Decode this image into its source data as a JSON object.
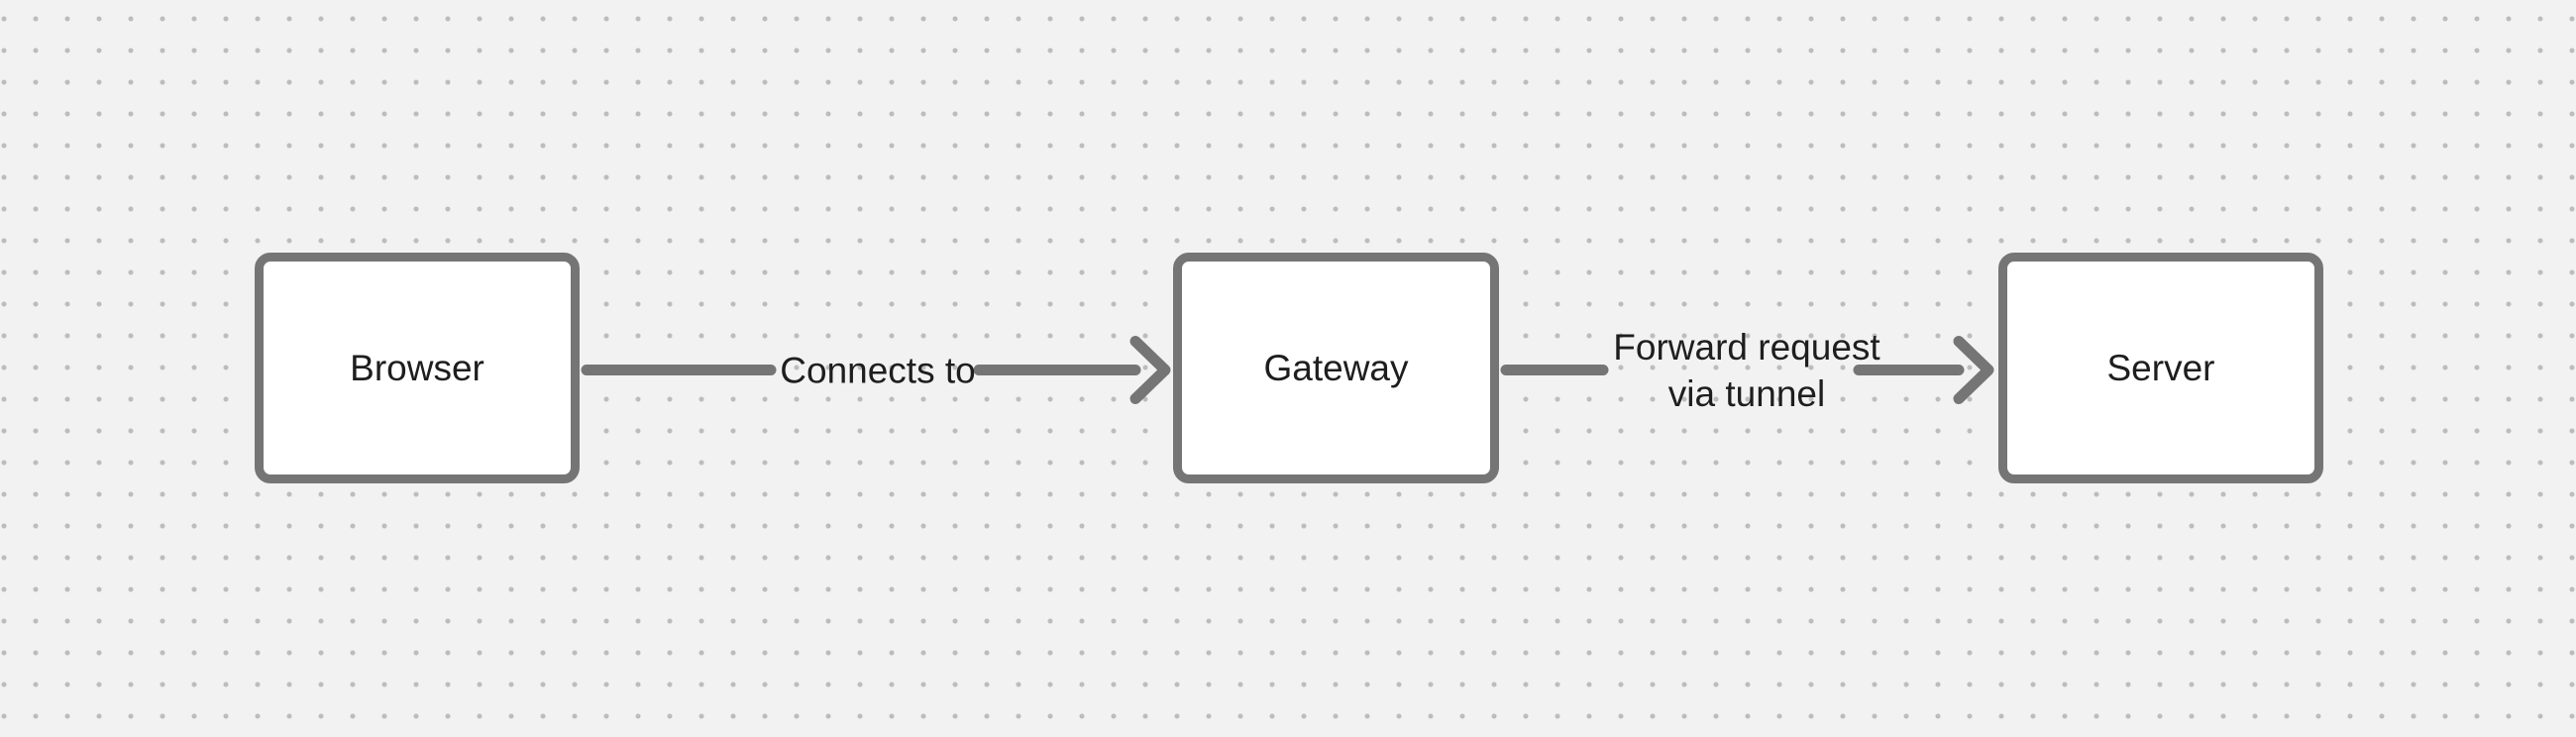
{
  "canvas": {
    "background_color": "#f2f2f2",
    "dot_grid_color": "#bcbcbc"
  },
  "diagram": {
    "type": "flowchart",
    "stroke_color": "#757575",
    "text_color": "#1e1e1e",
    "node_fill_color": "#ffffff",
    "nodes": [
      {
        "id": "browser",
        "label": "Browser"
      },
      {
        "id": "gateway",
        "label": "Gateway"
      },
      {
        "id": "server",
        "label": "Server"
      }
    ],
    "connectors": [
      {
        "id": "browser-to-gateway",
        "from": "Browser",
        "to": "Gateway",
        "label": "Connects to",
        "label_lines": [
          "Connects to"
        ],
        "direction": "right"
      },
      {
        "id": "gateway-to-server",
        "from": "Gateway",
        "to": "Server",
        "label": "Forward request via tunnel",
        "label_lines": [
          "Forward request",
          "via tunnel"
        ],
        "direction": "right"
      }
    ]
  }
}
